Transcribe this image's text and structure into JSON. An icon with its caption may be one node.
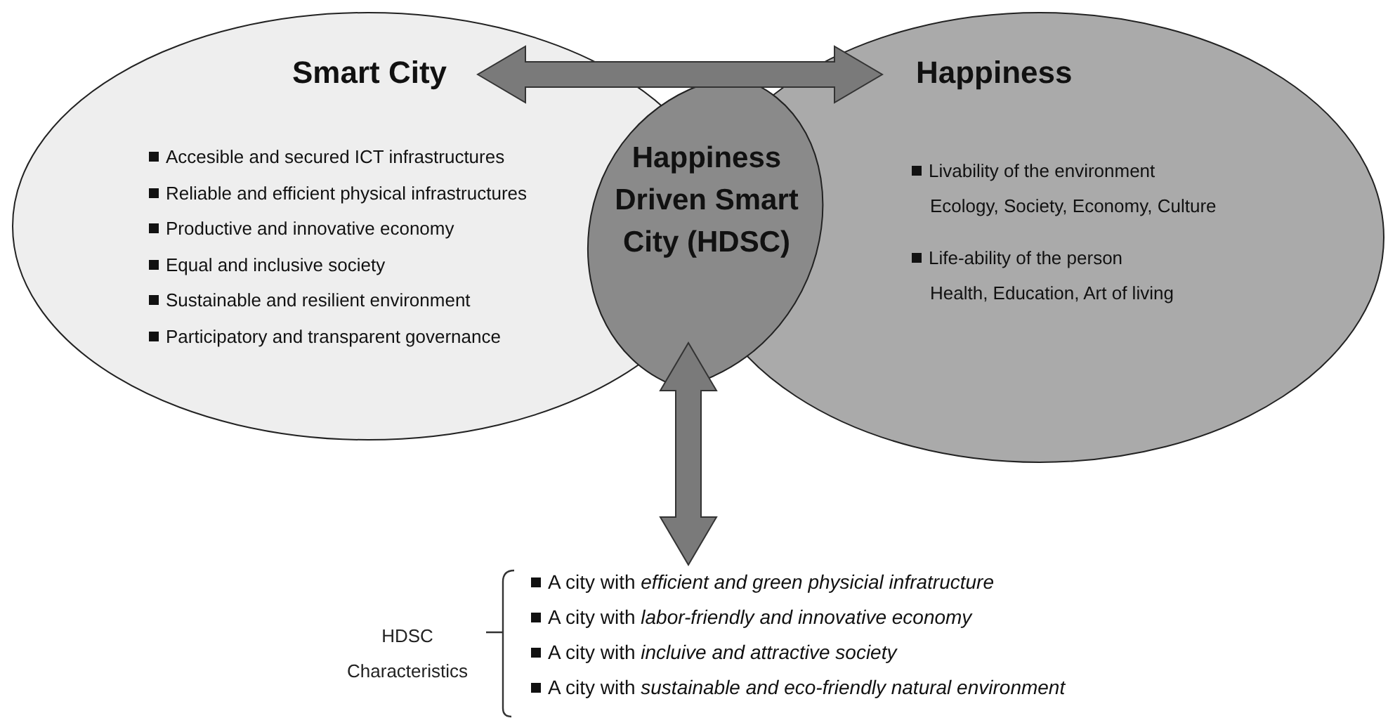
{
  "diagram": {
    "nodes": [
      {
        "text": [
          "Smart City",
          "Accesible and secured ICT infrastructures",
          "Reliable and efficient physical infrastructures",
          "Productive and innovative economy",
          "Equal and inclusive society",
          "Sustainable and resilient environment",
          "Participatory and transparent governance"
        ]
      },
      {
        "text": [
          "Happiness",
          "Livability of the environment",
          "Ecology, Society, Economy, Culture",
          "Life-ability of the person",
          "Health, Education, Art of living"
        ]
      },
      {
        "text": [
          "Happiness Driven Smart City (HDSC)"
        ]
      },
      {
        "text": [
          "A city with *efficient and green physicial infratructure*",
          "A city with *labor-friendly and innovative economy*",
          "A city with *incluive and attractive society*",
          "A city with *sustainable and eco-friendly natural environment*"
        ]
      }
    ],
    "edges": [
      {
        "from": 0,
        "to": 1,
        "arrow": "both"
      },
      {
        "from": 2,
        "to": 3,
        "arrow": "both"
      }
    ],
    "labels": [
      "HDSC Characteristics"
    ]
  }
}
